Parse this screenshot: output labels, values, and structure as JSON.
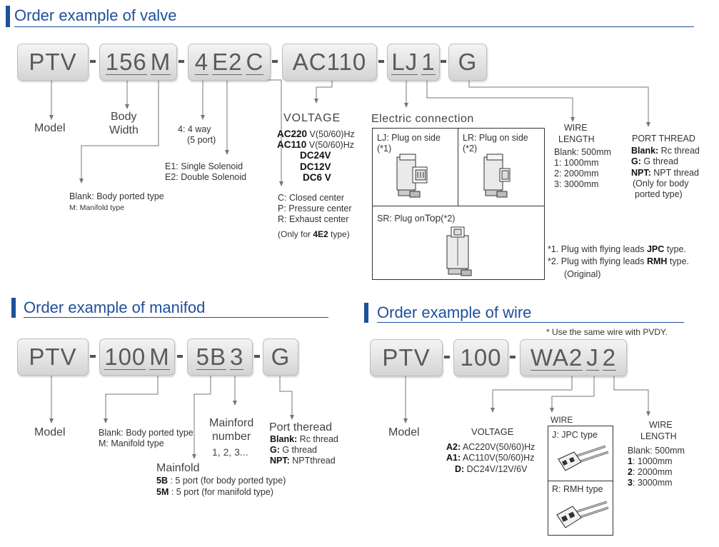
{
  "sections": {
    "valve": "Order example of valve",
    "manifold": "Order example of manifod",
    "wire": "Order example of wire"
  },
  "valve": {
    "codes": {
      "ptv": "PTV",
      "s156": "156",
      "m": "M",
      "s4": "4",
      "e2": "E2",
      "c": "C",
      "ac110": "AC110",
      "lj": "LJ",
      "one": "1",
      "g": "G"
    },
    "model": "Model",
    "body_width": [
      "Body",
      "Width"
    ],
    "body_type": {
      "blank": "Blank: Body ported type",
      "m": "M: Manifold type"
    },
    "way": {
      "line1": "4: 4 way",
      "line2": "(5 port)"
    },
    "solenoid": {
      "e1_code": "E1:",
      "e1": " Single Solenoid",
      "e2_code": "E2:",
      "e2": " Double Solenoid"
    },
    "voltage": {
      "title": "VOLTAGE",
      "items": [
        {
          "code": "AC220",
          "hz": " V(50/60)Hz"
        },
        {
          "code": "AC110",
          "hz": " V(50/60)Hz"
        },
        {
          "code": "DC24V",
          "hz": ""
        },
        {
          "code": "DC12V",
          "hz": ""
        },
        {
          "code": "DC6 V",
          "hz": ""
        }
      ]
    },
    "center": {
      "c_code": "C:",
      "c": " Closed center",
      "p_code": "P:",
      "p": " Pressure center",
      "r_code": "R:",
      "r": " Exhaust center",
      "note_pre": "(Only for ",
      "note_code": "4E2",
      "note_post": " type)"
    },
    "electric": {
      "title": "Electric connection",
      "lj_code": "LJ:",
      "lj": " Plug on side",
      "lj_note": "(*1)",
      "lr_code": "LR:",
      "lr": " Plug on side",
      "lr_note": "(*2)",
      "sr_code": "SR:",
      "sr": " Plug on",
      "sr_top": "Top",
      "sr_note": "(*2)"
    },
    "wire_length": {
      "title1": "WIRE",
      "title2": "LENGTH",
      "items": [
        "Blank: 500mm",
        "1: 1000mm",
        "2: 2000mm",
        "3: 3000mm"
      ]
    },
    "port_thread": {
      "title": "PORT THREAD",
      "blank_code": "Blank:",
      "blank": " Rc thread",
      "g_code": "G:",
      "g": " G thread",
      "npt_code": "NPT:",
      "npt": " NPT thread",
      "note1": "(Only for body",
      "note2": "ported type)"
    },
    "notes": {
      "n1_pre": "*1. Plug with flying leads ",
      "n1_code": "JPC",
      "n1_post": " type.",
      "n2_pre": "*2. Plug with flying leads ",
      "n2_code": "RMH",
      "n2_post": " type.",
      "n3": "(Original)"
    }
  },
  "manifold": {
    "codes": {
      "ptv": "PTV",
      "s100": "100",
      "m": "M",
      "s5b": "5B",
      "s3": "3",
      "g": "G"
    },
    "model": "Model",
    "body_type": {
      "blank": "Blank: Body ported type",
      "m": "M: Manifold type"
    },
    "mainfold_title": "Mainfold",
    "mainfold_5b_code": "5B",
    "mainfold_5b": " : 5 port ",
    "mainfold_5b_note": "(for body ported type)",
    "mainfold_5m_code": "5M",
    "mainfold_5m": " : 5 port ",
    "mainfold_5m_note": "(for manifold type)",
    "number_title1": "Mainford",
    "number_title2": "number",
    "number_vals": "1, 2, 3...",
    "port_title": "Port theread",
    "port_blank_code": "Blank:",
    "port_blank": " Rc thread",
    "port_g_code": "G:",
    "port_g": " G thread",
    "port_npt_code": "NPT:",
    "port_npt": " NPTthread"
  },
  "wire": {
    "note": "* Use the same wire with PVDY.",
    "codes": {
      "ptv": "PTV",
      "s100": "100",
      "wa2": "WA2",
      "j": "J",
      "two": "2"
    },
    "model": "Model",
    "voltage": {
      "title": "VOLTAGE",
      "a2_code": "A2:",
      "a2": " AC220V(50/60)Hz",
      "a1_code": "A1:",
      "a1": " AC110V(50/60)Hz",
      "d_code": "D:",
      "d": " DC24V/12V/6V"
    },
    "wire_title": "WIRE",
    "j_code": "J:",
    "j": " JPC type",
    "r_code": "R:",
    "r": " RMH type",
    "length": {
      "title1": "WIRE",
      "title2": "LENGTH",
      "blank": "Blank: 500mm",
      "i1_code": "1",
      "i1": ": 1000mm",
      "i2_code": "2",
      "i2": ": 2000mm",
      "i3_code": "3",
      "i3": ": 3000mm"
    }
  },
  "colors": {
    "accent": "#1f4f9b",
    "box": "#d8d8d8",
    "text": "#333333"
  }
}
